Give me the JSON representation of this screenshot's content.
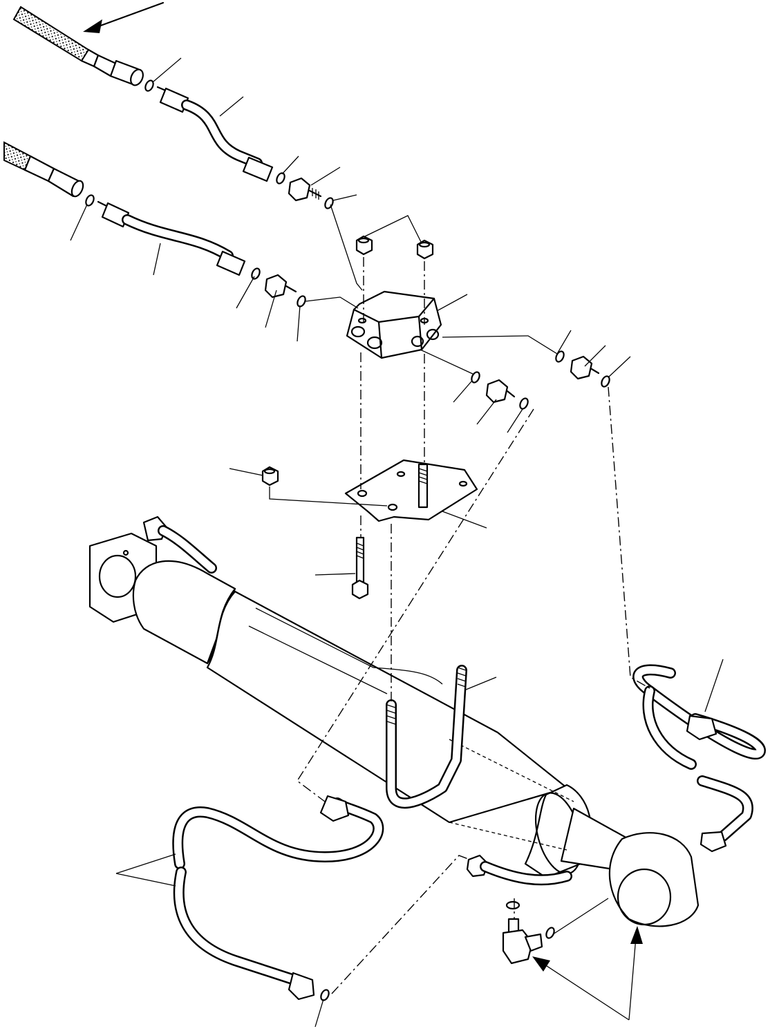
{
  "diagram": {
    "description_free": true,
    "parts": [
      "upper-hose",
      "lower-hose",
      "upper-tube",
      "lower-tube",
      "valve-block",
      "mounting-plate",
      "stud-bolt",
      "hex-nut",
      "cap-screw",
      "boom-cylinder",
      "u-bolt",
      "lower-return-tube",
      "right-return-tube",
      "elbow-fitting",
      "o-ring",
      "adapter-fitting"
    ]
  }
}
